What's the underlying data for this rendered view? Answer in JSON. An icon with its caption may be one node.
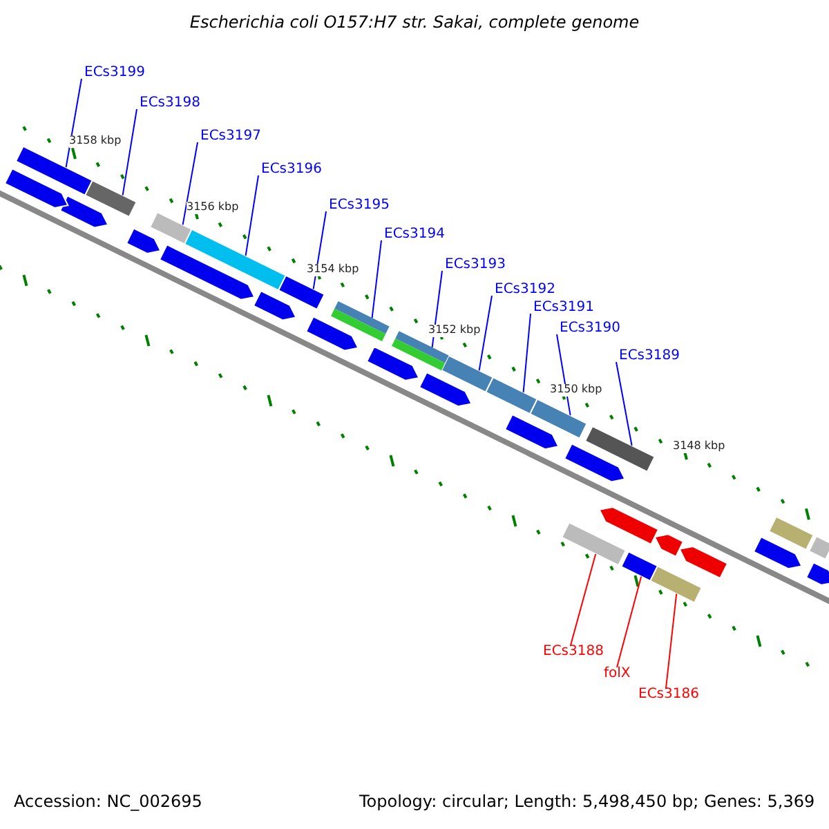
{
  "diagram": {
    "title": "Escherichia coli O157:H7 str. Sakai, complete genome",
    "nodes": [
      {
        "text": [
          "ECs3199"
        ]
      },
      {
        "text": [
          "ECs3198"
        ]
      },
      {
        "text": [
          "ECs3197"
        ]
      },
      {
        "text": [
          "ECs3196"
        ]
      },
      {
        "text": [
          "ECs3195"
        ]
      },
      {
        "text": [
          "ECs3194"
        ]
      },
      {
        "text": [
          "ECs3193"
        ]
      },
      {
        "text": [
          "ECs3192"
        ]
      },
      {
        "text": [
          "ECs3191"
        ]
      },
      {
        "text": [
          "ECs3190"
        ]
      },
      {
        "text": [
          "ECs3189"
        ]
      },
      {
        "text": [
          "ECs3188"
        ]
      },
      {
        "text": [
          "folX"
        ]
      },
      {
        "text": [
          "ECs3186"
        ]
      },
      {
        "text": [],
        "shape": "bar"
      },
      {
        "text": [],
        "shape": "arrow"
      },
      {
        "text": [],
        "shape": "arrow"
      },
      {
        "text": [],
        "shape": "bar"
      },
      {
        "text": [],
        "shape": "arrow"
      },
      {
        "text": [],
        "shape": "bar"
      },
      {
        "text": [],
        "shape": "arrow"
      },
      {
        "text": [],
        "shape": "bar"
      },
      {
        "text": [],
        "shape": "arrow"
      },
      {
        "text": [],
        "shape": "bar"
      },
      {
        "text": [],
        "shape": "arrow"
      },
      {
        "text": [],
        "shape": "bar"
      },
      {
        "text": [],
        "shape": "arrow"
      },
      {
        "text": [],
        "shape": "bar"
      },
      {
        "text": [],
        "shape": "arrow"
      },
      {
        "text": [],
        "shape": "bar"
      },
      {
        "text": [],
        "shape": "bar"
      },
      {
        "text": [],
        "shape": "arrow"
      },
      {
        "text": [],
        "shape": "bar"
      },
      {
        "text": [],
        "shape": "arrow"
      },
      {
        "text": [],
        "shape": "bar"
      },
      {
        "text": [],
        "shape": "bar"
      },
      {
        "text": [],
        "shape": "arrow"
      },
      {
        "text": [],
        "shape": "bar"
      },
      {
        "text": [],
        "shape": "arrow"
      },
      {
        "text": [],
        "shape": "bar"
      },
      {
        "text": [],
        "shape": "arrow"
      },
      {
        "text": [],
        "shape": "arrow"
      },
      {
        "text": [],
        "shape": "bar"
      },
      {
        "text": [],
        "shape": "arrow"
      },
      {
        "text": [],
        "shape": "bar"
      }
    ],
    "edges": [
      {
        "from": 0,
        "to": 14,
        "arrow": "none"
      },
      {
        "from": 1,
        "to": 17,
        "arrow": "none"
      },
      {
        "from": 2,
        "to": 19,
        "arrow": "none"
      },
      {
        "from": 3,
        "to": 21,
        "arrow": "none"
      },
      {
        "from": 4,
        "to": 23,
        "arrow": "none"
      },
      {
        "from": 5,
        "to": 25,
        "arrow": "none"
      },
      {
        "from": 6,
        "to": 27,
        "arrow": "none"
      },
      {
        "from": 7,
        "to": 29,
        "arrow": "none"
      },
      {
        "from": 8,
        "to": 30,
        "arrow": "none"
      },
      {
        "from": 9,
        "to": 32,
        "arrow": "none"
      },
      {
        "from": 10,
        "to": 34,
        "arrow": "none"
      },
      {
        "from": 11,
        "to": 35,
        "arrow": "none",
        "color": "#ff0000"
      },
      {
        "from": 12,
        "to": 37,
        "arrow": "none",
        "color": "#ff0000"
      },
      {
        "from": 13,
        "to": 39,
        "arrow": "none",
        "color": "#ff0000"
      }
    ],
    "labels": [
      "3158 kbp",
      "3156 kbp",
      "3154 kbp",
      "3152 kbp",
      "3150 kbp",
      "3148 kbp",
      "Accession: NC_002695",
      "Topology: circular; Length: 5,498,450 bp; Genes: 5,369"
    ]
  }
}
